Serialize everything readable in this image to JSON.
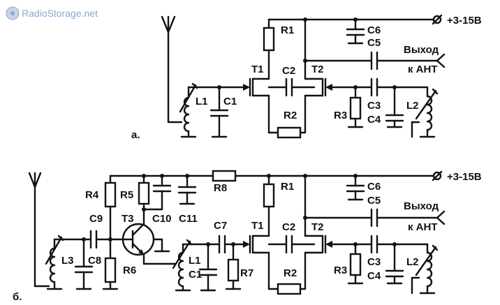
{
  "watermark": {
    "text": "RadioStorage.net",
    "color": "#8fa6c9"
  },
  "supply": "+3-15В",
  "output": {
    "line1": "Выход",
    "line2": "к АНТ"
  },
  "variants": {
    "a": "а.",
    "b": "б."
  },
  "labels": {
    "R1": "R1",
    "R2": "R2",
    "R3": "R3",
    "R4": "R4",
    "R5": "R5",
    "R6": "R6",
    "R7": "R7",
    "R8": "R8",
    "C1": "C1",
    "C2": "C2",
    "C3": "C3",
    "C4": "C4",
    "C5": "C5",
    "C6": "C6",
    "C7": "C7",
    "C8": "C8",
    "C9": "C9",
    "C10": "C10",
    "C11": "C11",
    "L1": "L1",
    "L2": "L2",
    "L3": "L3",
    "T1": "T1",
    "T2": "T2",
    "T3": "T3"
  }
}
